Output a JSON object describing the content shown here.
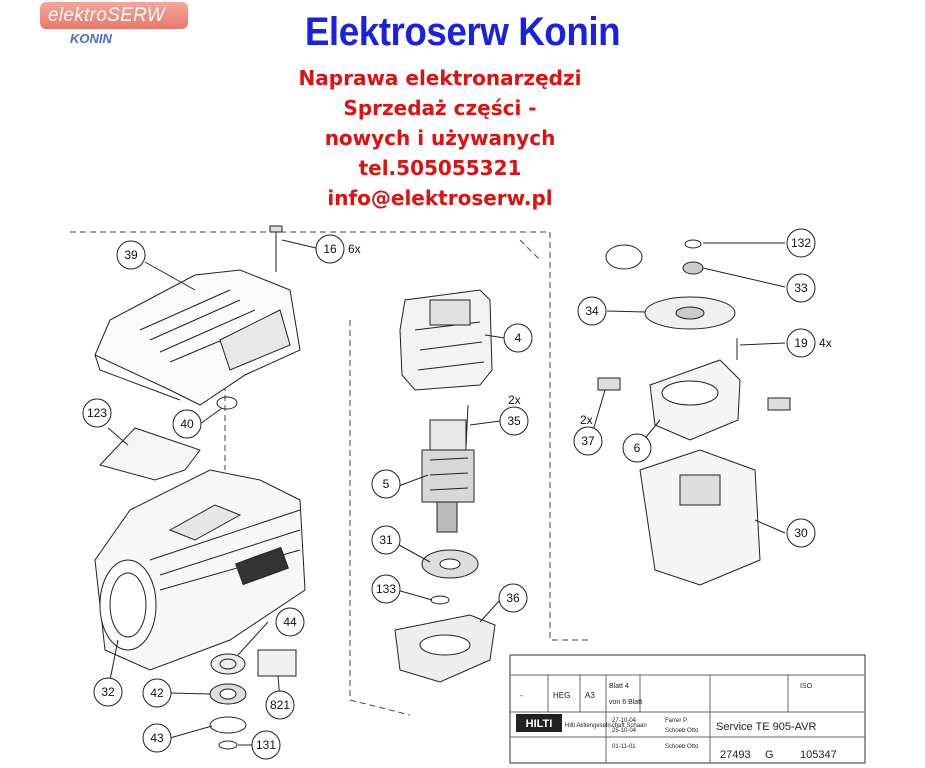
{
  "logo": {
    "main": "elektroSERW",
    "sub": "KONIN"
  },
  "header": {
    "title": "Elektroserw Konin",
    "lines": [
      "Naprawa elektronarzędzi",
      "Sprzedaż części -",
      "nowych i używanych",
      "tel.505055321",
      "info@elektroserw.pl"
    ]
  },
  "callouts": {
    "c39": "39",
    "c16": "16",
    "c16q": "6x",
    "c40": "40",
    "c123": "123",
    "c32": "32",
    "c44": "44",
    "c42": "42",
    "c821": "821",
    "c43": "43",
    "c131": "131",
    "c4": "4",
    "c35": "35",
    "c35q": "2x",
    "c5": "5",
    "c31": "31",
    "c133": "133",
    "c36": "36",
    "c132": "132",
    "c33": "33",
    "c34": "34",
    "c19": "19",
    "c19q": "4x",
    "c37": "37",
    "c37q": "2x",
    "c6": "6",
    "c30": "30"
  },
  "title_block": {
    "brand": "HILTI",
    "designation": "Service TE 905-AVR",
    "drawing_no": "27493",
    "revision": "G",
    "number": "105347",
    "blatt": "Blatt 4",
    "von": "von 6 Blatt",
    "format": "A3",
    "company": "Hilti Aktiengesellschaft Schaan",
    "date1": "27-10-04",
    "date2": "25-10-04",
    "date3": "01-11-01",
    "name1": "Farrer P.",
    "name2": "Schoeb Otto",
    "name3": "Schoeb Otto",
    "massstab": "-",
    "hm": "HEG",
    "iso": "ISO"
  }
}
